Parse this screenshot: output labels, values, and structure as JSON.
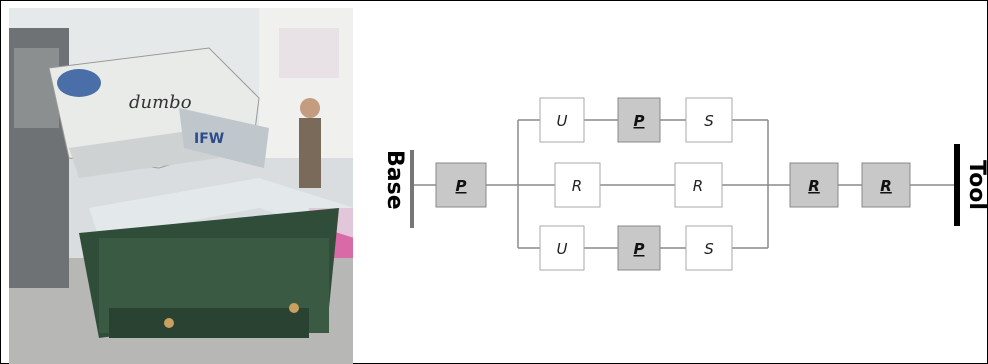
{
  "photo": {
    "brand_text": "dumbo",
    "arm_text": "IFW"
  },
  "diagram": {
    "base_label": "Base",
    "tool_label": "Tool",
    "joints": {
      "base_joint": "P",
      "leg1_a": "U",
      "leg1_b": "P",
      "leg1_c": "S",
      "leg2_a": "R",
      "leg2_b": "R",
      "leg3_a": "U",
      "leg3_b": "P",
      "leg3_c": "S",
      "wrist_1": "R",
      "wrist_2": "R"
    },
    "colors": {
      "active_fill": "#c8c8c8",
      "passive_fill": "#ffffff",
      "line": "#8a8a8a"
    }
  }
}
